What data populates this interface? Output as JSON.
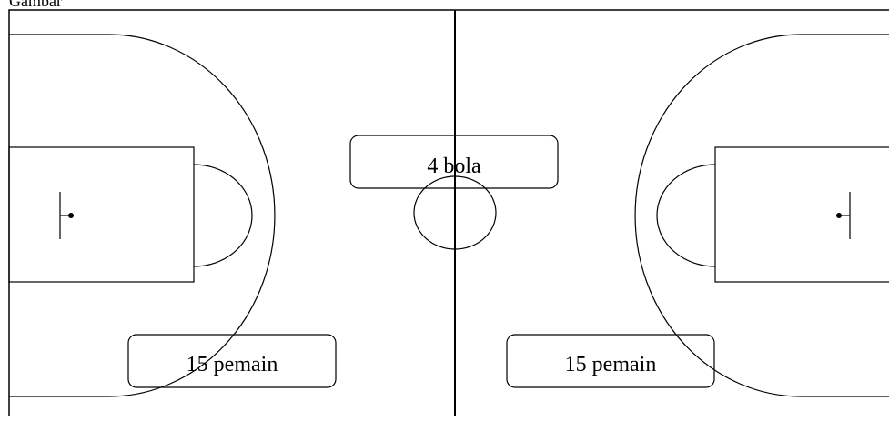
{
  "caption": "Gambar",
  "labels": {
    "center_box": "4 bola",
    "left_box": "15 pemain",
    "right_box": "15 pemain"
  },
  "colors": {
    "line": "#000000",
    "background": "#ffffff"
  }
}
